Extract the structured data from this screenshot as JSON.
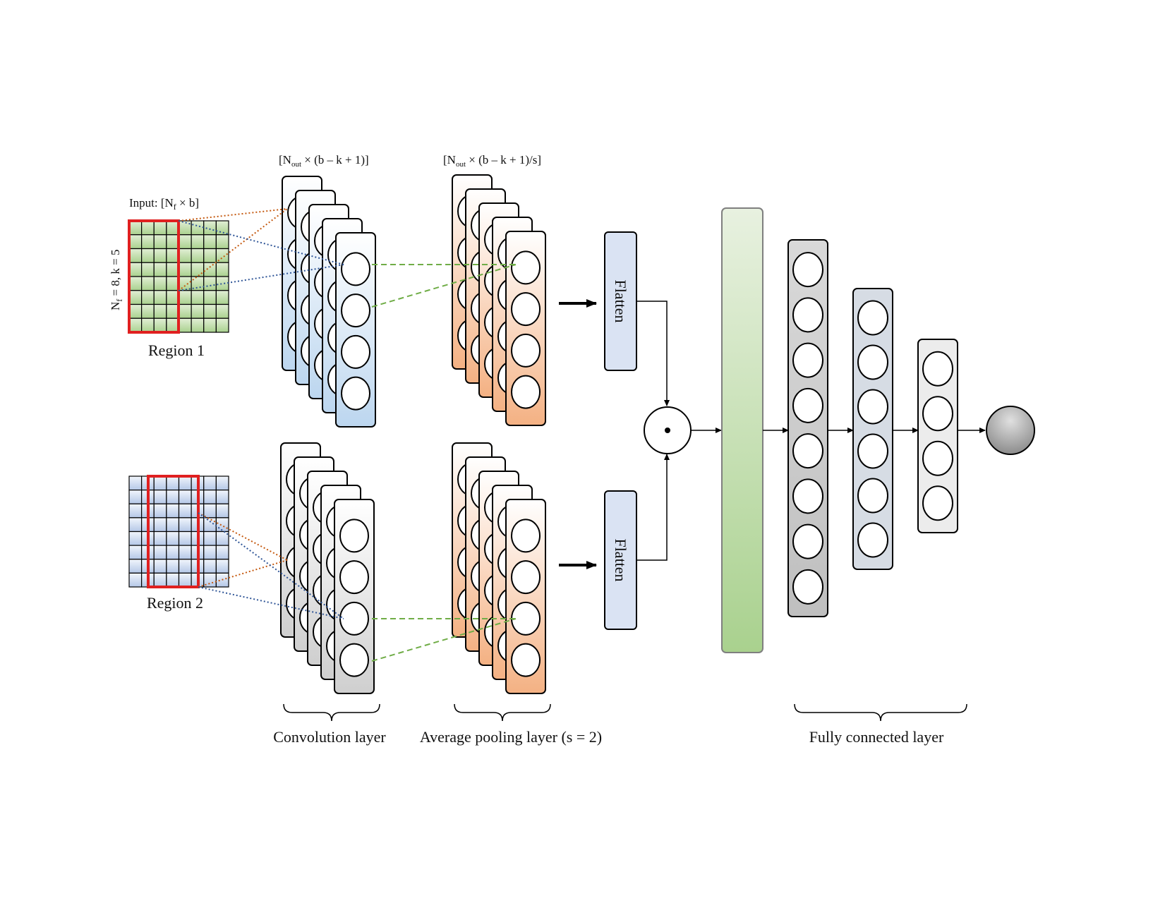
{
  "input": {
    "dim_label": "Input: [N",
    "dim_sub": "f",
    "dim_suffix": " × b]",
    "params_label": "N",
    "params_sub": "f",
    "params_suffix": " = 8, k = 5"
  },
  "regions": [
    {
      "label": "Region 1"
    },
    {
      "label": "Region 2"
    }
  ],
  "conv": {
    "shape_prefix": "[N",
    "shape_sub": "out",
    "shape_suffix": " × (b – k + 1)]",
    "caption": "Convolution layer"
  },
  "pool": {
    "shape_prefix": "[N",
    "shape_sub": "out",
    "shape_suffix": " × (b – k + 1)/s]",
    "caption": "Average pooling layer (s = 2)"
  },
  "flatten": {
    "label": "Flatten"
  },
  "merge": {
    "symbol": "•"
  },
  "fc": {
    "caption": "Fully connected layer"
  },
  "colors": {
    "region1_fill": "#b9d79a",
    "region2_fill": "#c6d4ea",
    "highlight": "#e02020",
    "conv_top_fill": "#bcd6ef",
    "conv_bottom_fill": "#d0d0d0",
    "pool_fill": "#f4b183",
    "flatten_fill": "#dae3f3",
    "concat_fill": "#a9d18e",
    "fc1_fill": "#c9c9c9",
    "fc2_fill": "#d6dce4",
    "fc3_fill": "#ececec",
    "output_fill": "#999999",
    "link_orange": "#c55a11",
    "link_blue": "#2f5597",
    "link_green": "#70ad47"
  }
}
